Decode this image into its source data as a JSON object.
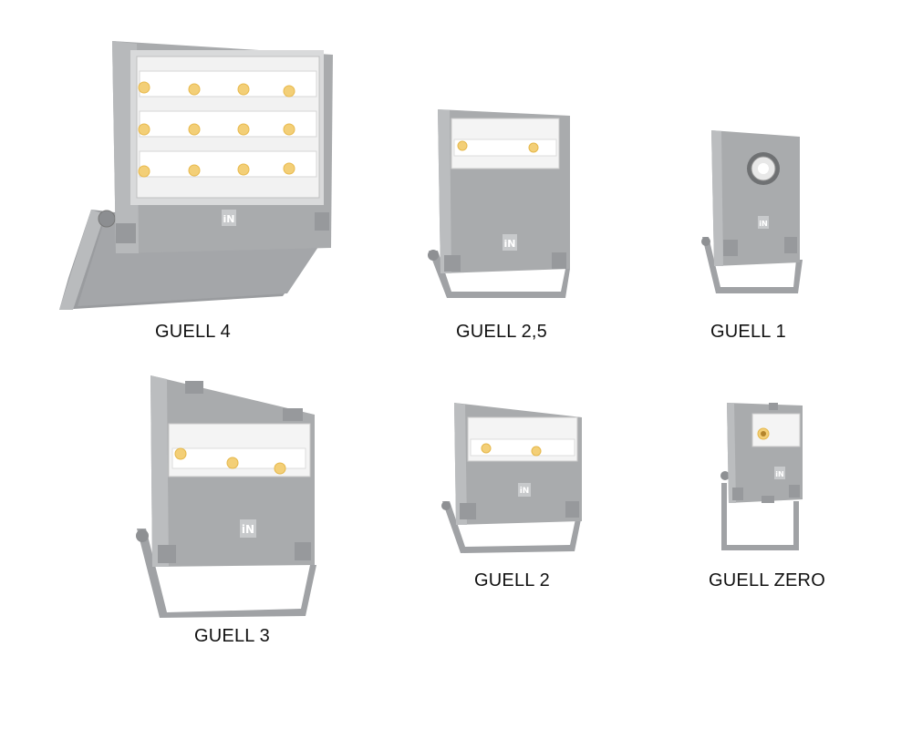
{
  "products": [
    {
      "name": "GUELL 4"
    },
    {
      "name": "GUELL 2,5"
    },
    {
      "name": "GUELL 1"
    },
    {
      "name": "GUELL 3"
    },
    {
      "name": "GUELL 2"
    },
    {
      "name": "GUELL ZERO"
    }
  ],
  "logo_text": "iN",
  "colors": {
    "housing": "#a9abad",
    "housing_dark": "#8c8e91",
    "housing_light": "#c5c7c9",
    "lens_bg": "#f4f4f4",
    "led": "#f5d37a"
  }
}
